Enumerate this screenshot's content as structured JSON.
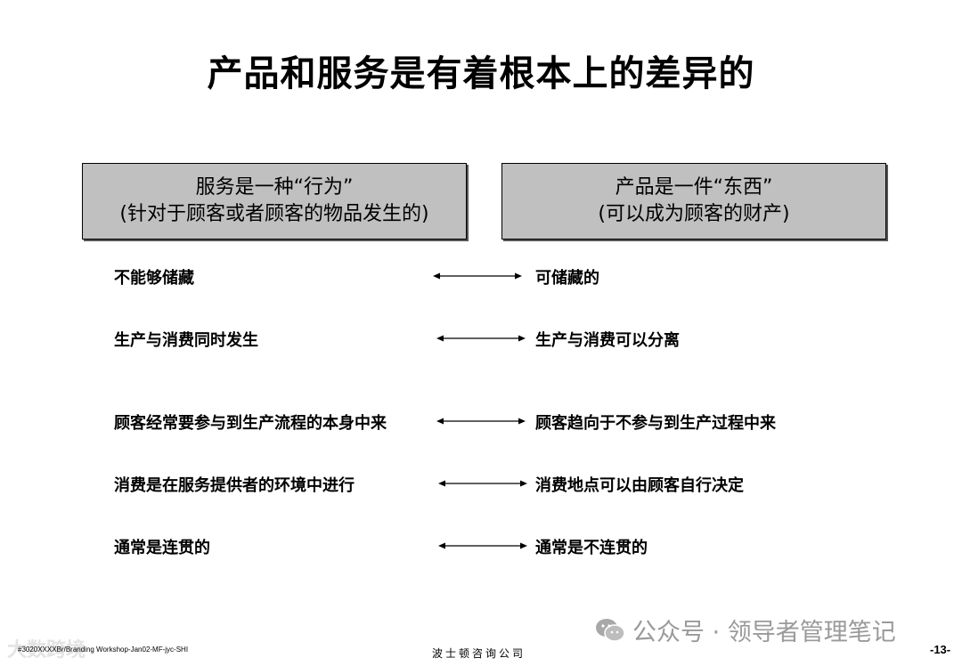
{
  "title": "产品和服务是有着根本上的差异的",
  "left_box": {
    "line1": "服务是一种“行为”",
    "line2": "(针对于顾客或者顾客的物品发生的)"
  },
  "right_box": {
    "line1": "产品是一件“东西”",
    "line2": "(可以成为顾客的财产)"
  },
  "comparisons": [
    {
      "left": "不能够储藏",
      "right": "可储藏的"
    },
    {
      "left": "生产与消费同时发生",
      "right": "生产与消费可以分离"
    },
    {
      "left": "顾客经常要参与到生产流程的本身中来",
      "right": "顾客趋向于不参与到生产过程中来"
    },
    {
      "left": "消费是在服务提供者的环境中进行",
      "right": "消费地点可以由顾客自行决定"
    },
    {
      "left": "通常是连贯的",
      "right": "通常是不连贯的"
    }
  ],
  "footer": {
    "file_ref": "#3020XXXXBr/Branding Workshop-Jan02-MF-jyc-SHI",
    "company": "波士顿咨询公司",
    "page": "-13-"
  },
  "watermark": {
    "icon": "wechat-icon",
    "text": "公众号 · 领导者管理笔记",
    "corner_text": "大数跨境"
  }
}
